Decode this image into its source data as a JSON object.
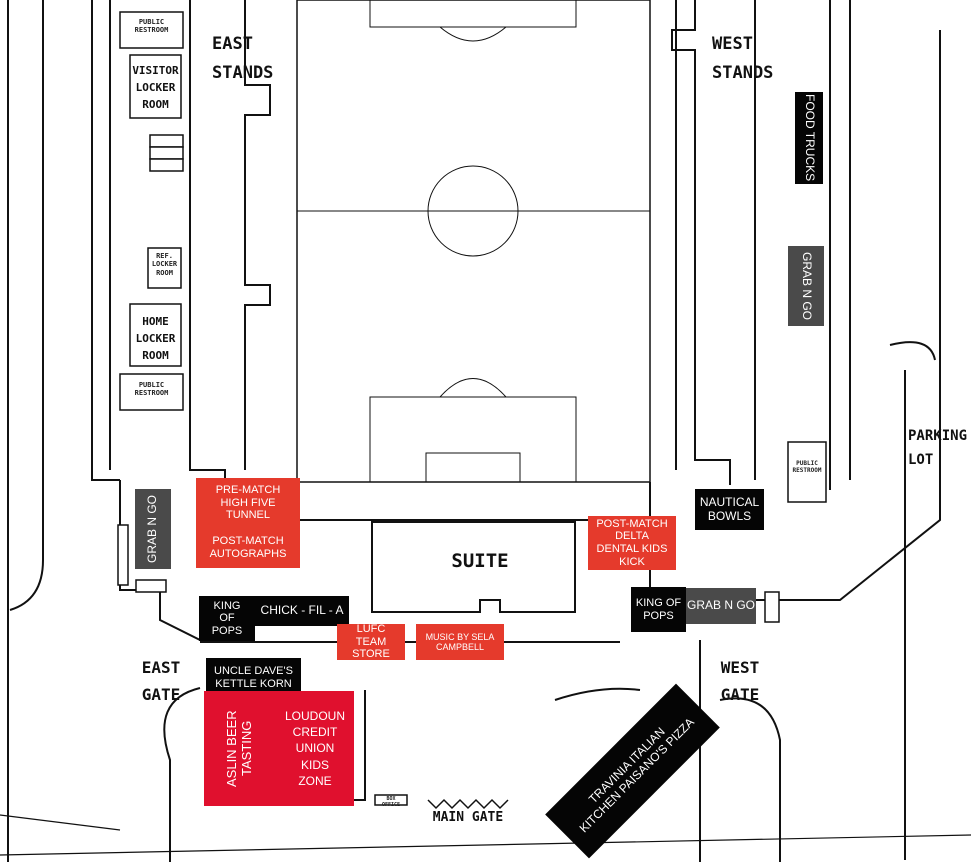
{
  "map": {
    "stands": {
      "east": "EAST STANDS",
      "west": "WEST STANDS"
    },
    "buildings": {
      "public_restroom": "PUBLIC RESTROOM",
      "visitor_locker_room": "VISITOR LOCKER ROOM",
      "ref_locker_room": "REF. LOCKER ROOM",
      "home_locker_room": "HOME LOCKER ROOM",
      "box_office": "BOX OFFICE",
      "suite": "SUITE"
    },
    "gates": {
      "east": "EAST GATE",
      "west": "WEST GATE",
      "main": "MAIN GATE"
    },
    "parking_lot": "PARKING LOT",
    "vendors": {
      "food_trucks": "FOOD TRUCKS",
      "grab_n_go_west_upper": "GRAB N GO",
      "grab_n_go_east": "GRAB N GO",
      "grab_n_go_west_lower": "GRAB N GO",
      "nautical_bowls": "NAUTICAL BOWLS",
      "king_of_pops_west": "KING OF POPS",
      "king_of_pops_east": "KING OF POPS",
      "chick_fil_a": "CHICK - FIL - A",
      "uncle_daves": "UNCLE DAVE'S KETTLE KORN",
      "travinia": "TRAVINIA ITALIAN KITCHEN PAISANO'S PIZZA"
    },
    "events": {
      "high_five_tunnel": "PRE-MATCH HIGH FIVE TUNNEL",
      "autographs": "POST-MATCH AUTOGRAPHS",
      "delta_dental": "POST-MATCH DELTA DENTAL KIDS KICK",
      "team_store": "LUFC TEAM STORE",
      "music": "MUSIC BY SELA CAMPBELL",
      "aslin": "ASLIN BEER TASTING",
      "kids_zone": "LOUDOUN CREDIT UNION KIDS ZONE"
    },
    "colors": {
      "vendor": "#050505",
      "grab_n_go": "#4a4a4a",
      "event": "#e53a2c",
      "beer": "#e0102e"
    }
  }
}
